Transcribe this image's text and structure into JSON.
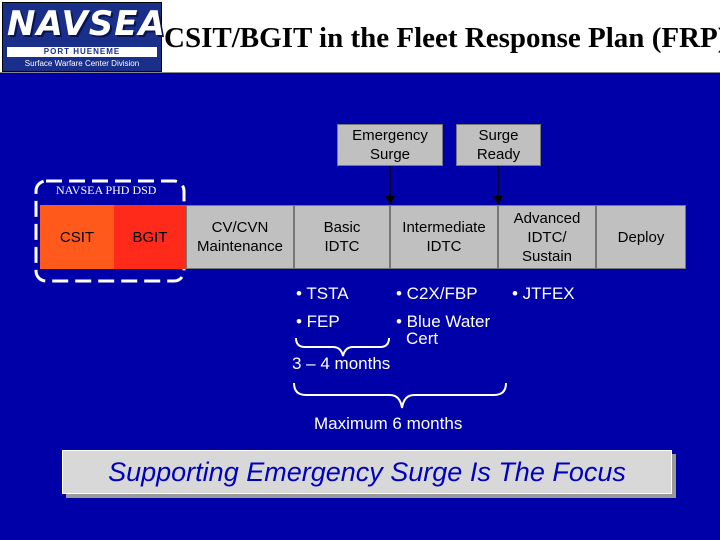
{
  "header": {
    "logo_text": "NAVSEA",
    "logo_subtitle": "PORT HUENEME",
    "logo_division": "Surface Warfare Center Division",
    "title": "CSIT/BGIT in the Fleet Response Plan (FRP)"
  },
  "top_boxes": {
    "emergency_surge": "Emergency\nSurge",
    "surge_ready": "Surge\nReady"
  },
  "group_label": "NAVSEA PHD DSD",
  "phases": {
    "csit": "CSIT",
    "bgit": "BGIT",
    "maintenance": "CV/CVN\nMaintenance",
    "basic_idtc": "Basic\nIDTC",
    "intermediate_idtc": "Intermediate\nIDTC",
    "advanced_idtc": "Advanced\nIDTC/\nSustain",
    "deploy": "Deploy"
  },
  "bullets": {
    "tsta": "• TSTA",
    "fep": "• FEP",
    "c2x": "• C2X/FBP",
    "blue_water": "• Blue Water",
    "blue_water_cont": "Cert",
    "jtfex": "• JTFEX"
  },
  "durations": {
    "short": "3 – 4 months",
    "long": "Maximum 6 months"
  },
  "focus_banner": "Supporting Emergency Surge Is The Focus",
  "colors": {
    "background": "#0000a8",
    "csit": "#ff5a1c",
    "bgit": "#ff2a1a",
    "phase_box": "#c0c0c0",
    "banner_text": "#0000c0"
  }
}
